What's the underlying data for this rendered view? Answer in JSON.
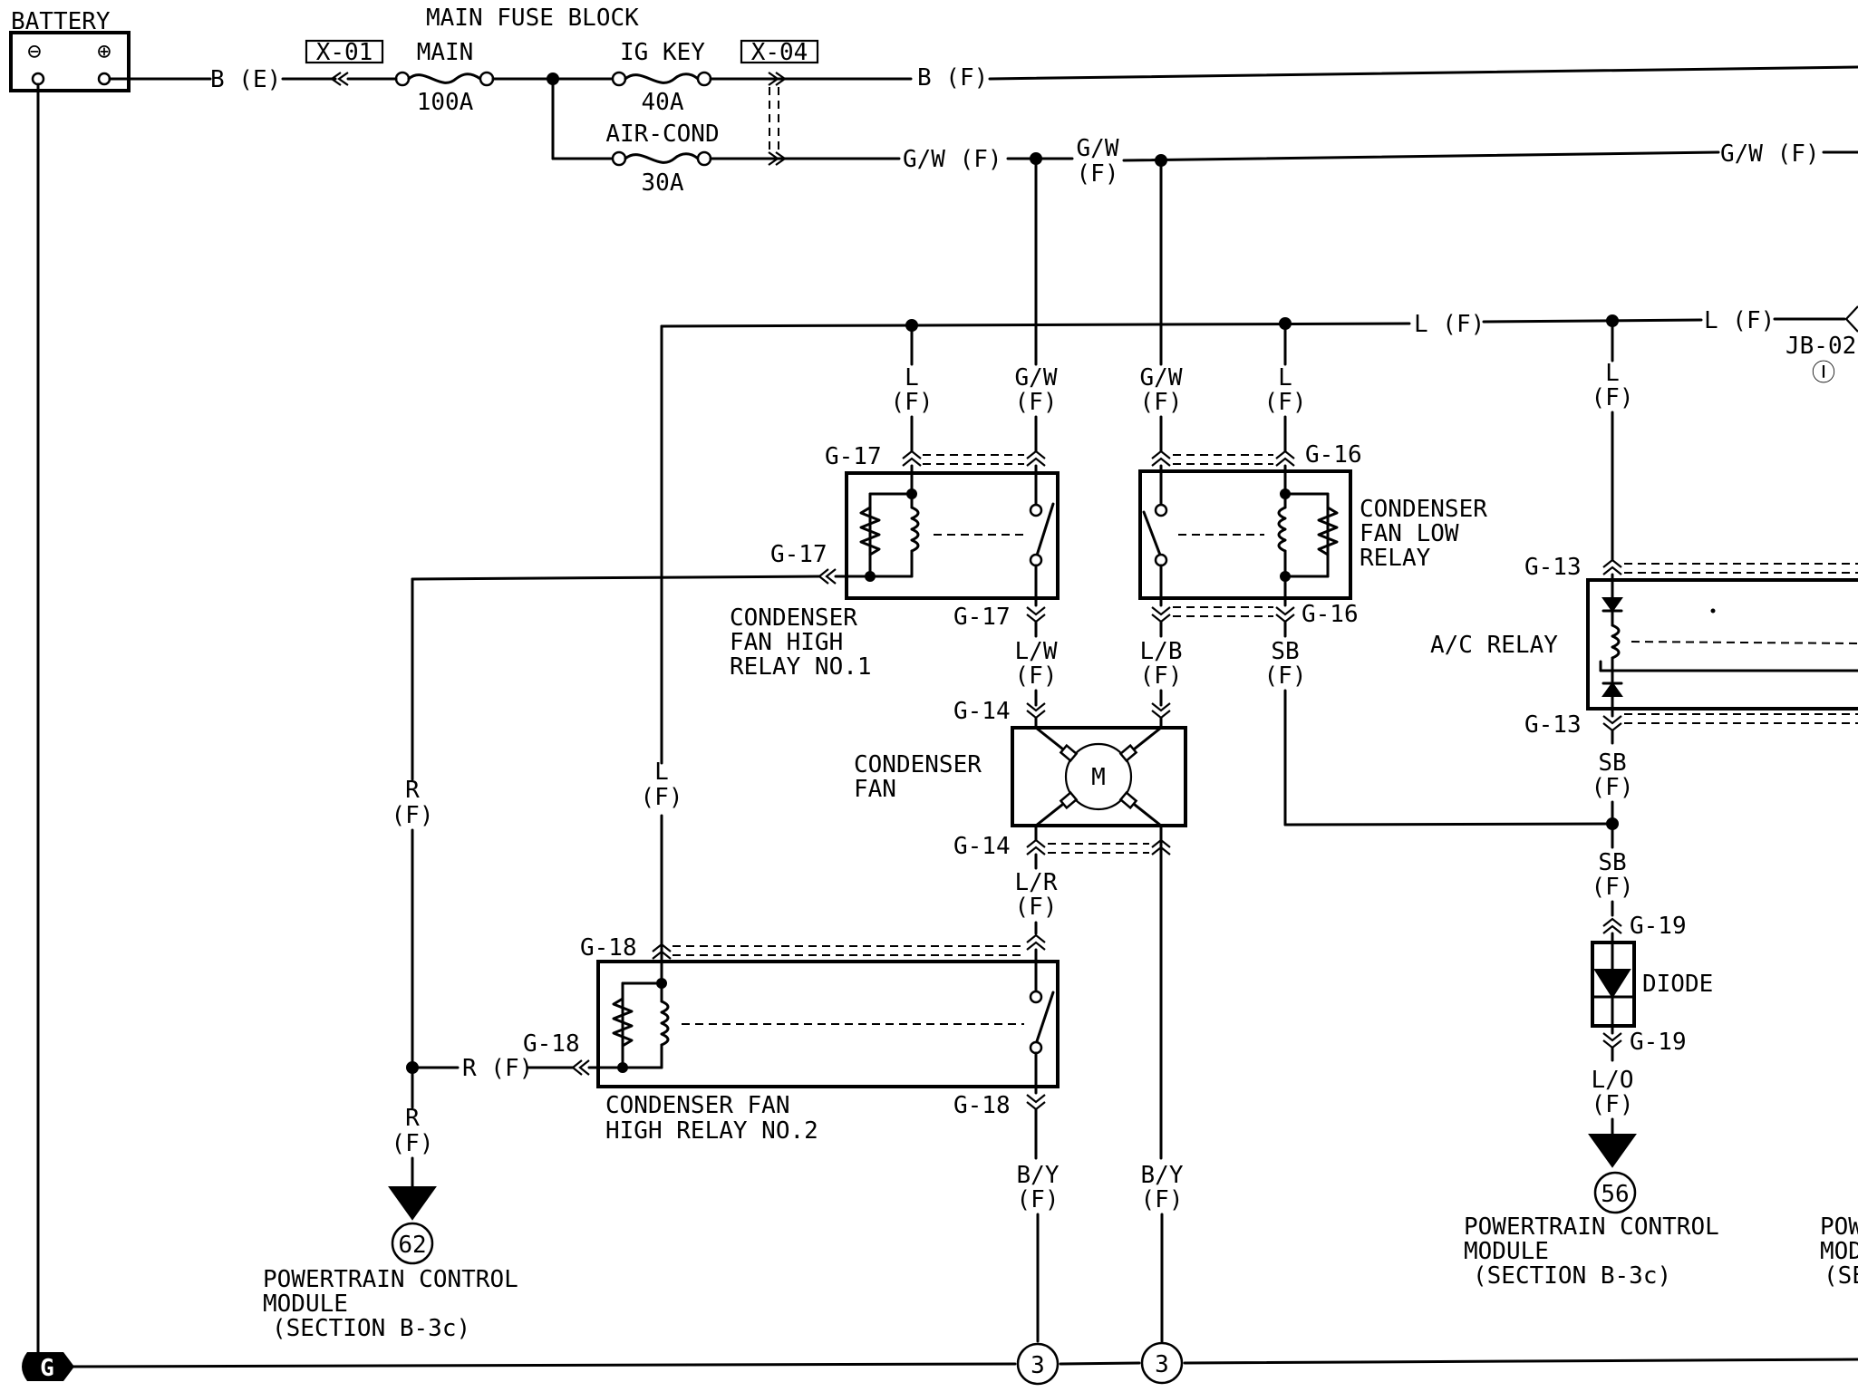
{
  "labels": {
    "battery": "BATTERY",
    "minus": "⊖",
    "plus": "⊕",
    "main_fuse_block": "MAIN FUSE BLOCK",
    "x01": "X-01",
    "x04": "X-04",
    "main": "MAIN",
    "main_amp": "100A",
    "ig_key": "IG KEY",
    "ig_amp": "40A",
    "air_cond": "AIR-COND",
    "air_amp": "30A",
    "jb02": "JB-02",
    "jb02_num": "Ⓘ",
    "motor": "M",
    "ground": "G"
  },
  "wires": {
    "be": "B (E)",
    "bf": "B (F)",
    "gw_f": "G/W (F)",
    "gw_top": "G/W",
    "f_paren": "(F)",
    "gw_f_right": "G/W (F)",
    "l_f": "L (F)",
    "l_f_right": "L (F)",
    "l": "L",
    "gw": "G/W",
    "lw": "L/W",
    "lb": "L/B",
    "sb": "SB",
    "lr": "L/R",
    "r": "R",
    "r_f": "R (F)",
    "by": "B/Y",
    "lo": "L/O"
  },
  "connectors": {
    "g17": "G-17",
    "g16": "G-16",
    "g14": "G-14",
    "g18": "G-18",
    "g13": "G-13",
    "g19": "G-19"
  },
  "components": {
    "cfh1": [
      "CONDENSER",
      "FAN HIGH",
      "RELAY NO.1"
    ],
    "cfl": [
      "CONDENSER",
      "FAN LOW",
      "RELAY"
    ],
    "fan": [
      "CONDENSER",
      "FAN"
    ],
    "cfh2": [
      "CONDENSER FAN",
      "HIGH RELAY NO.2"
    ],
    "ac_relay": "A/C RELAY",
    "diode": "DIODE"
  },
  "refs": {
    "pcm62": "62",
    "pcm56": "56",
    "g3": "3",
    "pcm_text": [
      "POWERTRAIN CONTROL",
      "MODULE",
      "(SECTION B-3c)"
    ],
    "pcm_partial": [
      "POW",
      "MOD",
      "(SE"
    ]
  }
}
